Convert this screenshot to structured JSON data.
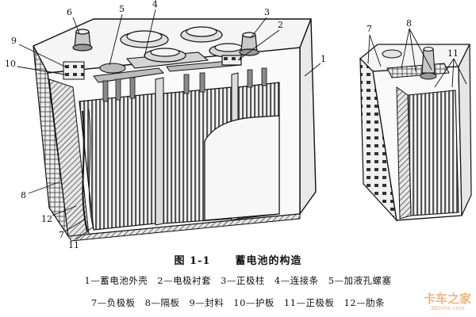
{
  "callouts": {
    "main": [
      "6",
      "5",
      "4",
      "3",
      "2",
      "1",
      "9",
      "10",
      "8",
      "12",
      "7",
      "11"
    ],
    "side": [
      "7",
      "8",
      "11"
    ]
  },
  "figure": {
    "number": "图 1-1",
    "title": "蓄电池的构造"
  },
  "legend": {
    "line1": "1—蓄电池外壳　2—电极衬套　3—正极柱　4—连接条　5—加液孔螺塞",
    "line2": "7—负极板　8—隔板　9—封料　10—护板　11—正极板　12—肋条"
  },
  "watermark": {
    "text": "卡车之家",
    "sub": "360che.com"
  },
  "colors": {
    "line": "#111111",
    "fill_light": "#f2f2f2",
    "fill_mid": "#cfcfcf",
    "fill_dark": "#6b6b6b",
    "watermark": "#e07b1f"
  }
}
